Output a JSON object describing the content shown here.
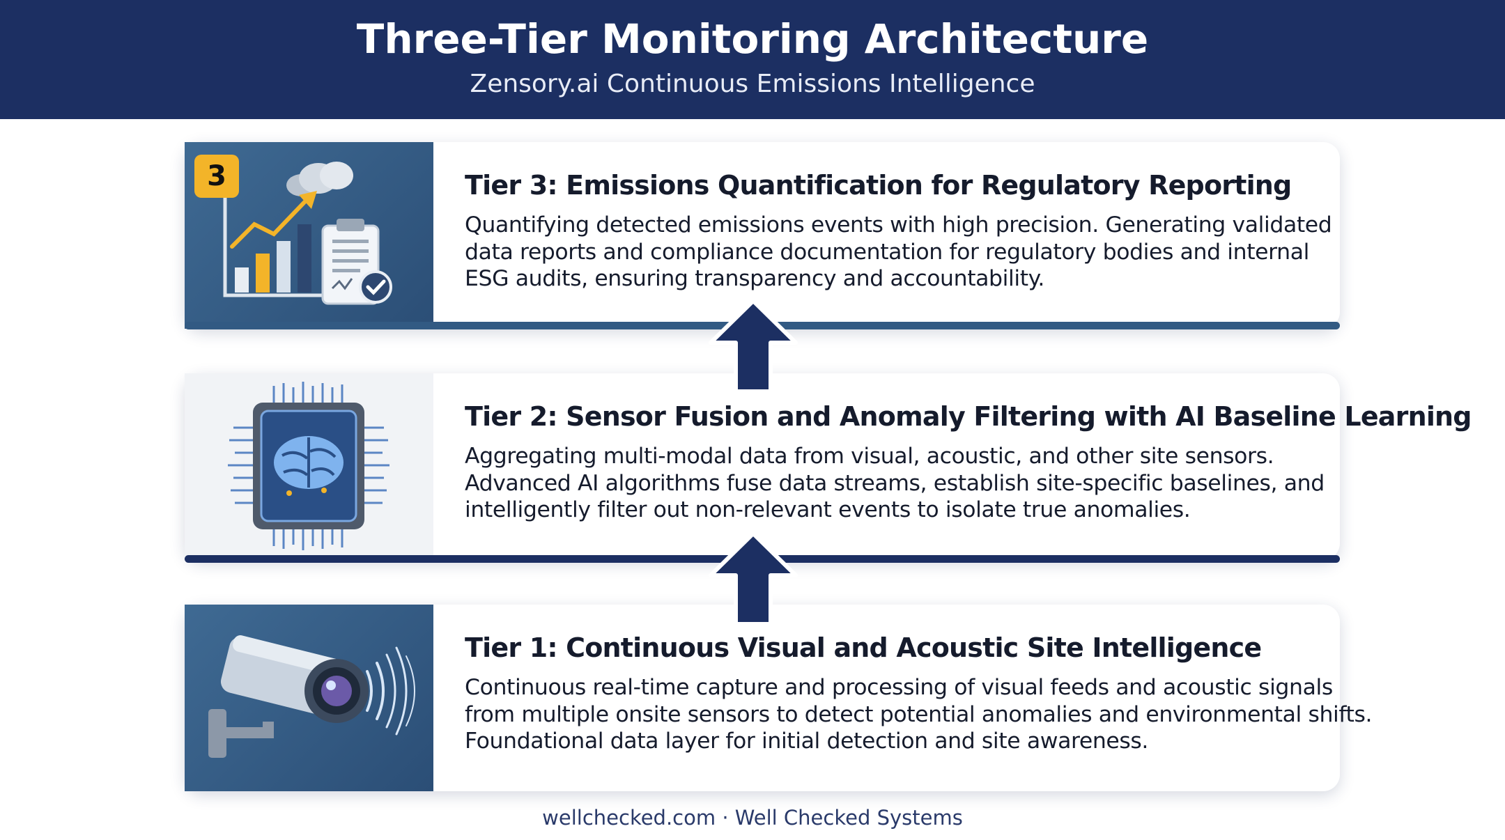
{
  "header": {
    "title": "Three-Tier Monitoring Architecture",
    "subtitle": "Zensory.ai Continuous Emissions Intelligence"
  },
  "tiers": [
    {
      "badge": "3",
      "title": "Tier 3: Emissions Quantification for Regulatory Reporting",
      "lines": [
        "Quantifying detected emissions events with high precision. Generating validated",
        "data reports and compliance documentation for regulatory bodies and internal",
        "ESG audits, ensuring transparency and accountability."
      ],
      "icon": "chart-report-icon"
    },
    {
      "title": "Tier 2: Sensor Fusion and Anomaly Filtering with AI Baseline Learning",
      "lines": [
        "Aggregating multi-modal data from visual, acoustic, and other site sensors.",
        "Advanced AI algorithms fuse data streams, establish site-specific baselines, and",
        "intelligently filter out non-relevant events to isolate true anomalies."
      ],
      "icon": "ai-chip-brain-icon"
    },
    {
      "title": "Tier 1: Continuous Visual and Acoustic Site Intelligence",
      "lines": [
        "Continuous real-time capture and processing of visual feeds and acoustic signals",
        "from multiple onsite sensors to detect potential anomalies and environmental shifts.",
        "Foundational data layer for initial detection and site awareness."
      ],
      "icon": "security-camera-icon"
    }
  ],
  "footer": "wellchecked.com · Well Checked Systems",
  "colors": {
    "header_bg": "#1c2f62",
    "panel_blue": "#325a83",
    "arrow": "#1c2f62",
    "badge": "#f3b429"
  }
}
